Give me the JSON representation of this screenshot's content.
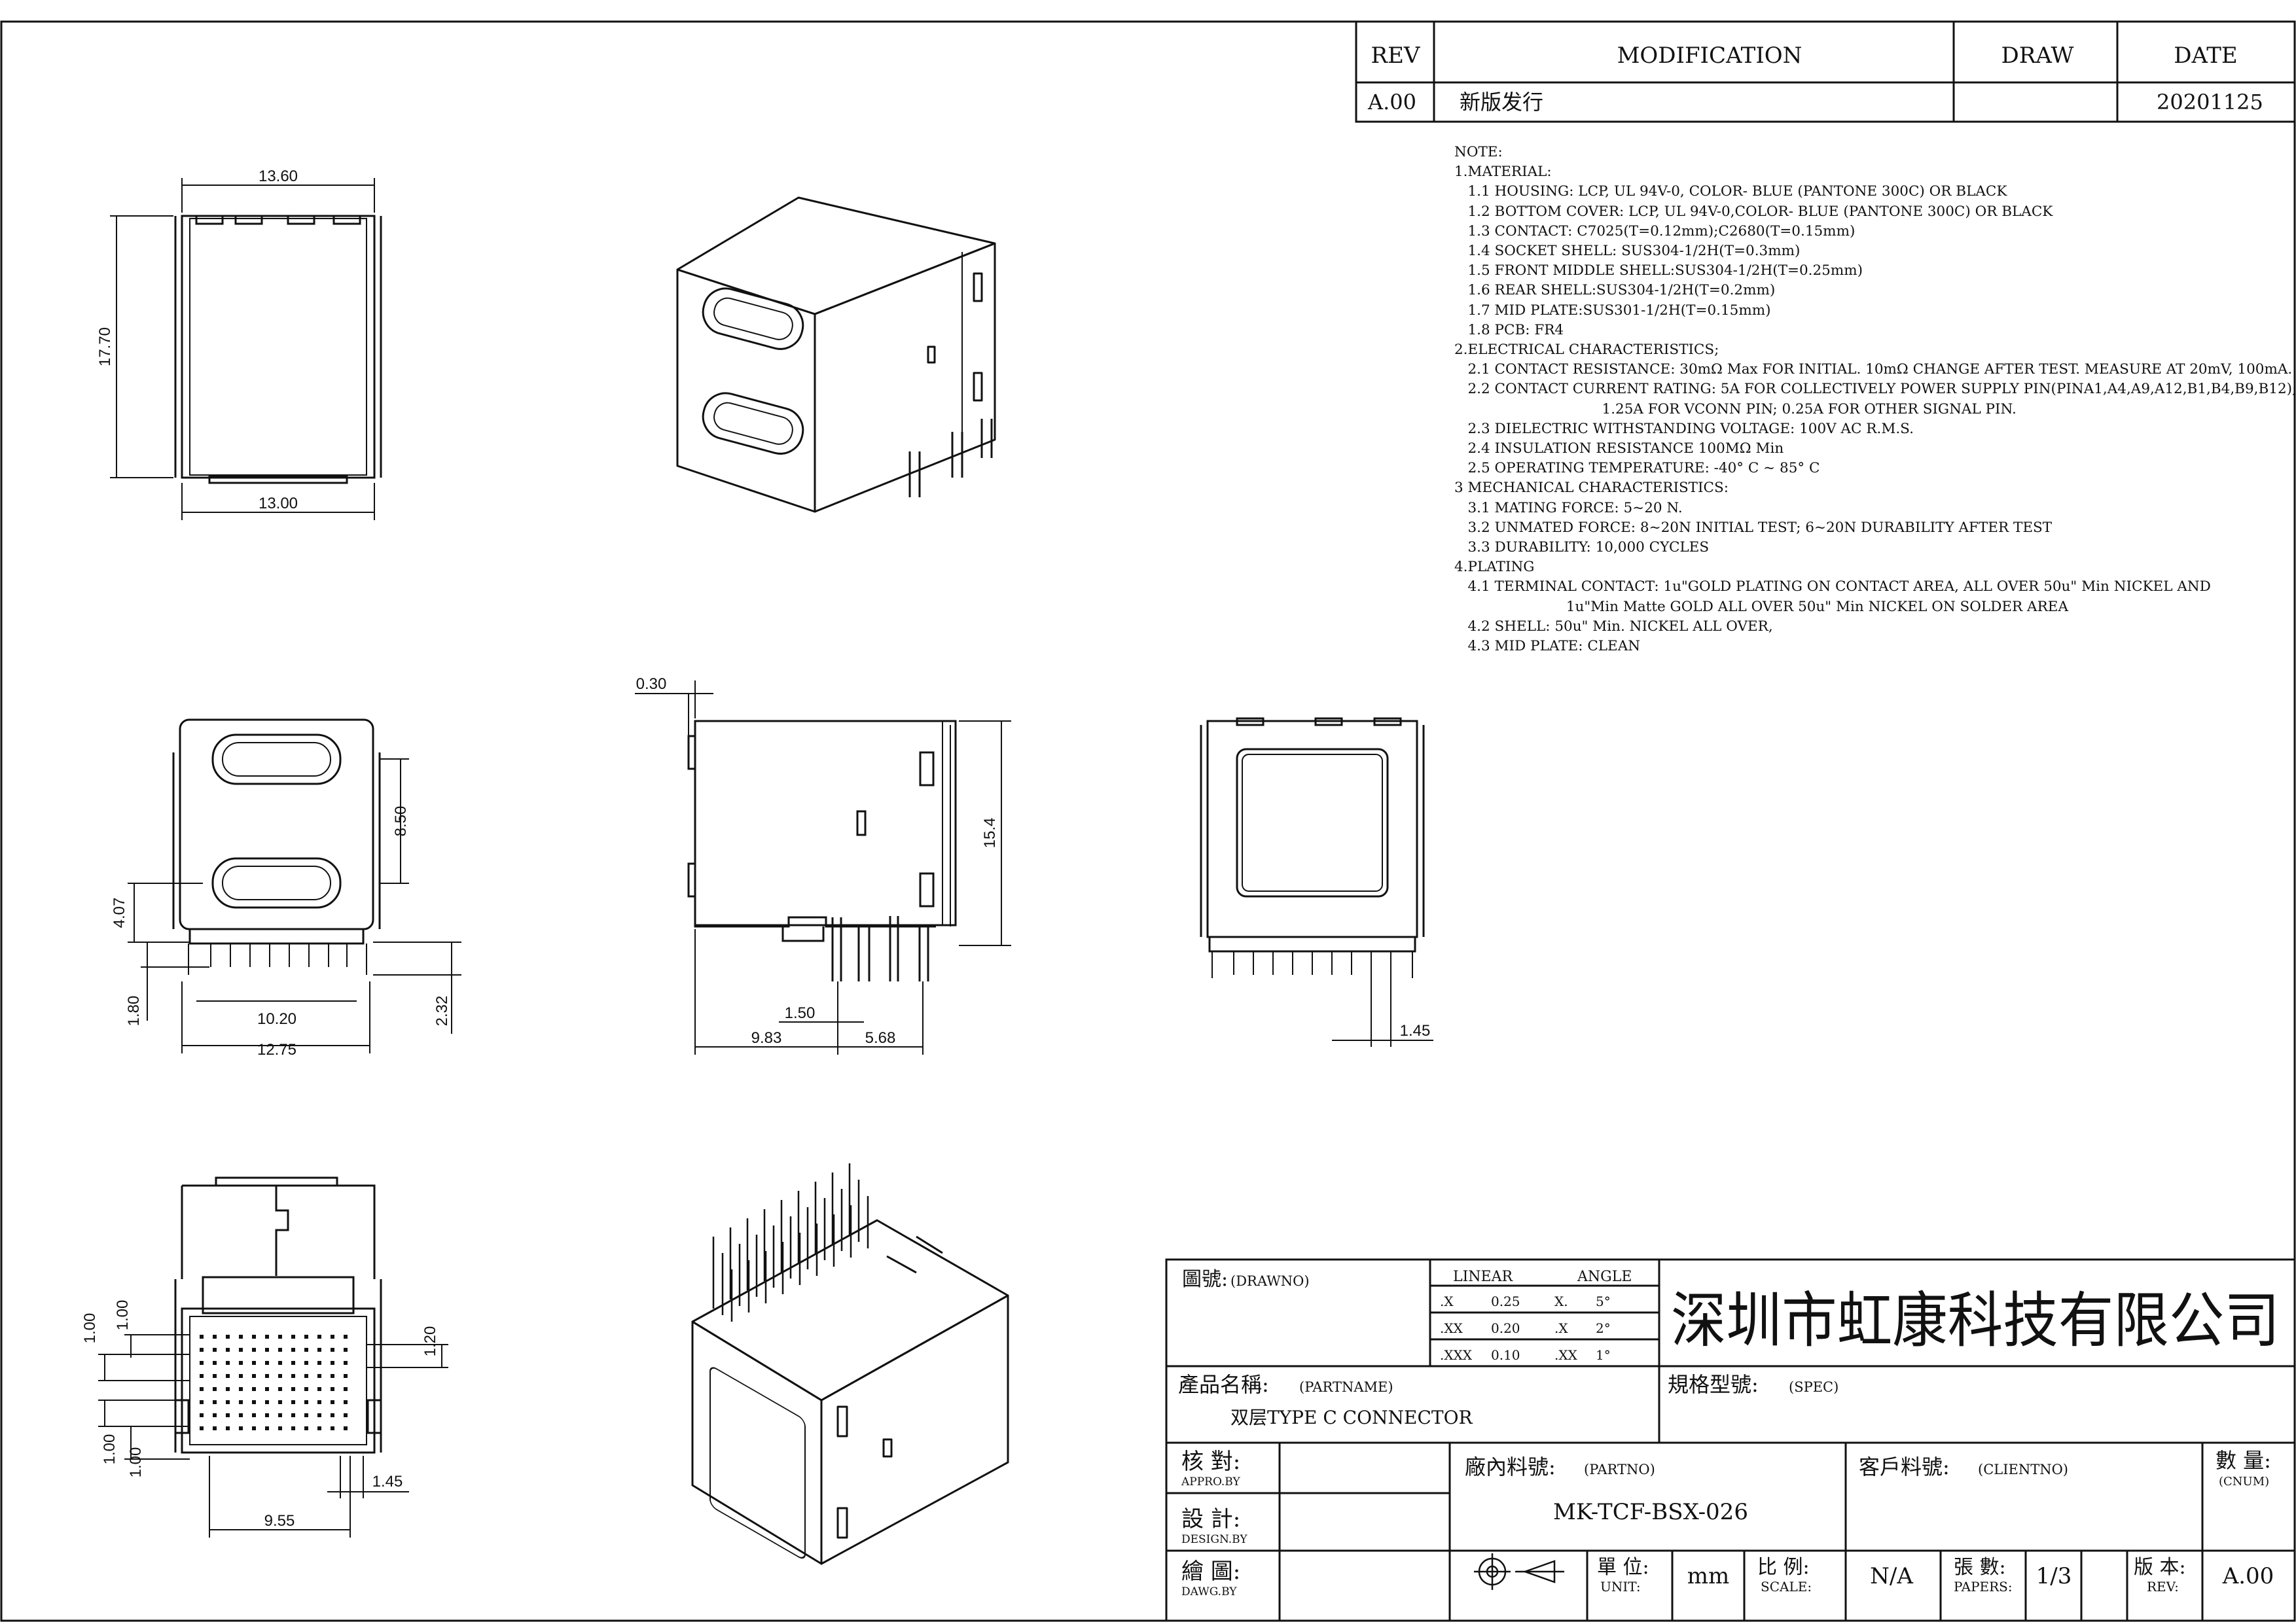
{
  "revision_table": {
    "headers": [
      "REV",
      "MODIFICATION",
      "DRAW",
      "DATE"
    ],
    "rows": [
      {
        "rev": "A.00",
        "modification": "新版发行",
        "draw": "",
        "date": "20201125"
      }
    ]
  },
  "notes": [
    "NOTE:",
    "1.MATERIAL:",
    "   1.1 HOUSING: LCP, UL 94V-0, COLOR- BLUE (PANTONE 300C) OR BLACK",
    "   1.2 BOTTOM COVER: LCP, UL 94V-0,COLOR- BLUE (PANTONE 300C) OR BLACK",
    "   1.3 CONTACT: C7025(T=0.12mm);C2680(T=0.15mm)",
    "   1.4 SOCKET SHELL: SUS304-1/2H(T=0.3mm)",
    "   1.5 FRONT MIDDLE SHELL:SUS304-1/2H(T=0.25mm)",
    "   1.6 REAR SHELL:SUS304-1/2H(T=0.2mm)",
    "   1.7 MID PLATE:SUS301-1/2H(T=0.15mm)",
    "   1.8 PCB: FR4",
    "2.ELECTRICAL CHARACTERISTICS;",
    "   2.1 CONTACT RESISTANCE: 30mΩ Max FOR INITIAL. 10mΩ CHANGE AFTER TEST. MEASURE AT 20mV, 100mA.",
    "   2.2 CONTACT CURRENT RATING: 5A FOR COLLECTIVELY POWER SUPPLY PIN(PINA1,A4,A9,A12,B1,B4,B9,B12);",
    "                                 1.25A FOR VCONN PIN; 0.25A FOR OTHER SIGNAL PIN.",
    "   2.3 DIELECTRIC WITHSTANDING VOLTAGE: 100V AC R.M.S.",
    "   2.4 INSULATION RESISTANCE 100MΩ Min",
    "   2.5 OPERATING TEMPERATURE: -40° C ~ 85° C",
    "3 MECHANICAL CHARACTERISTICS:",
    "   3.1 MATING FORCE: 5~20 N.",
    "   3.2 UNMATED FORCE: 8~20N INITIAL TEST; 6~20N DURABILITY AFTER TEST",
    "   3.3 DURABILITY: 10,000 CYCLES",
    "4.PLATING",
    "   4.1 TERMINAL CONTACT: 1u\"GOLD PLATING ON CONTACT AREA, ALL OVER 50u\" Min NICKEL AND",
    "                         1u\"Min Matte GOLD ALL OVER 50u\" Min NICKEL ON SOLDER AREA",
    "   4.2 SHELL: 50u\" Min. NICKEL ALL OVER,",
    "   4.3 MID PLATE: CLEAN"
  ],
  "dimensions": {
    "top_width": "13.60",
    "top_height": "17.70",
    "top_bottom": "13.00",
    "side_gap": "0.30",
    "side_height": "15.4",
    "side_pin": "1.50",
    "side_left": "9.83",
    "side_right": "5.68",
    "front_pitch": "8.50",
    "front_low": "4.07",
    "front_pin": "1.80",
    "front_w1": "10.20",
    "front_w2": "12.75",
    "front_tail": "2.32",
    "rear_pin": "1.45",
    "bottom_a": "1.00",
    "bottom_b": "1.00",
    "bottom_c": "1.20",
    "bottom_d": "1.00",
    "bottom_e": "1.00",
    "bottom_f": "1.45",
    "bottom_g": "9.55"
  },
  "title_block": {
    "drawno_label": "圖號:",
    "drawno_en": "(DRAWNO)",
    "tol_linear": "LINEAR",
    "tol_angle": "ANGLE",
    "tol_rows": [
      {
        "a": ".X",
        "b": "0.25",
        "c": "X.",
        "d": "5°"
      },
      {
        "a": ".XX",
        "b": "0.20",
        "c": ".X",
        "d": "2°"
      },
      {
        "a": ".XXX",
        "b": "0.10",
        "c": ".XX",
        "d": "1°"
      }
    ],
    "company": "深圳市虹康科技有限公司",
    "partname_label": "產品名稱:",
    "partname_en": "(PARTNAME)",
    "partname_value": "双层TYPE C  CONNECTOR",
    "spec_label": "規格型號:",
    "spec_en": "(SPEC)",
    "appro_label": "核  對:",
    "appro_en": "APPRO.BY",
    "design_label": "設  計:",
    "design_en": "DESIGN.BY",
    "dawg_label": "繪  圖:",
    "dawg_en": "DAWG.BY",
    "partno_label": "廠內料號:",
    "partno_en": "(PARTNO)",
    "partno_value": "MK-TCF-BSX-026",
    "client_label": "客戶料號:",
    "client_en": "(CLIENTNO)",
    "cnum_label": "數 量:",
    "cnum_en": "(CNUM)",
    "unit_label": "單 位:",
    "unit_en": "UNIT:",
    "unit_value": "mm",
    "scale_label": "比 例:",
    "scale_en": "SCALE:",
    "scale_value": "N/A",
    "papers_label": "張 數:",
    "papers_en": "PAPERS:",
    "papers_value": "1/3",
    "rev_label": "版 本:",
    "rev_en": "REV:",
    "rev_value": "A.00"
  }
}
